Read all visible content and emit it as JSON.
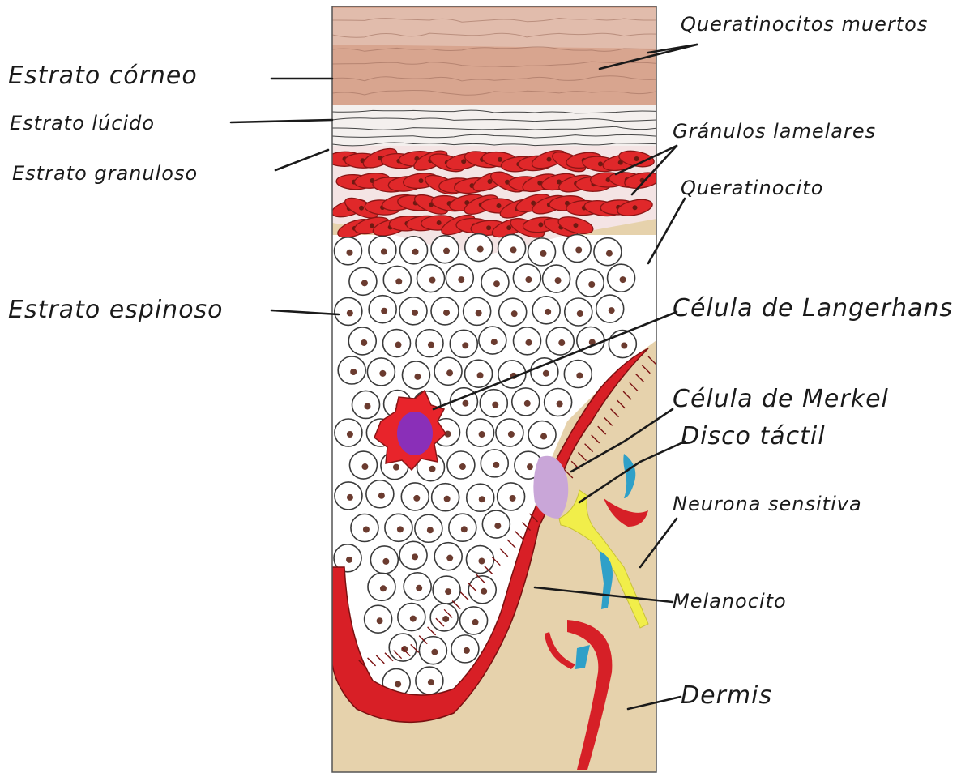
{
  "diagram": {
    "labels_left": {
      "corneum": "Estrato córneo",
      "lucidum": "Estrato lúcido",
      "granulosum": "Estrato granuloso",
      "spinosum": "Estrato espinoso"
    },
    "labels_right": {
      "dead_keratinocytes": "Queratinocitos muertos",
      "lamellar_granules": "Gránulos lamelares",
      "keratinocyte": "Queratinocito",
      "langerhans": "Célula de Langerhans",
      "merkel": "Célula de Merkel",
      "tactile_disc": "Disco táctil",
      "sensory_neuron": "Neurona sensitiva",
      "melanocyte": "Melanocito",
      "dermis": "Dermis"
    },
    "colors": {
      "corneum": "#d8a58f",
      "lucidum": "#f4f0ee",
      "granulosum": "#e0282a",
      "spinosum_bg": "#ffffff",
      "dermis": "#e6d2ac",
      "basal": "#d81f26",
      "langerhans_body": "#e8242b",
      "langerhans_nucleus": "#8a2fb8",
      "merkel": "#c9a6d8",
      "tactile_disc": "#f1ee4a",
      "vessel_blue": "#2fa0c8",
      "vessel_red": "#d62027"
    }
  }
}
